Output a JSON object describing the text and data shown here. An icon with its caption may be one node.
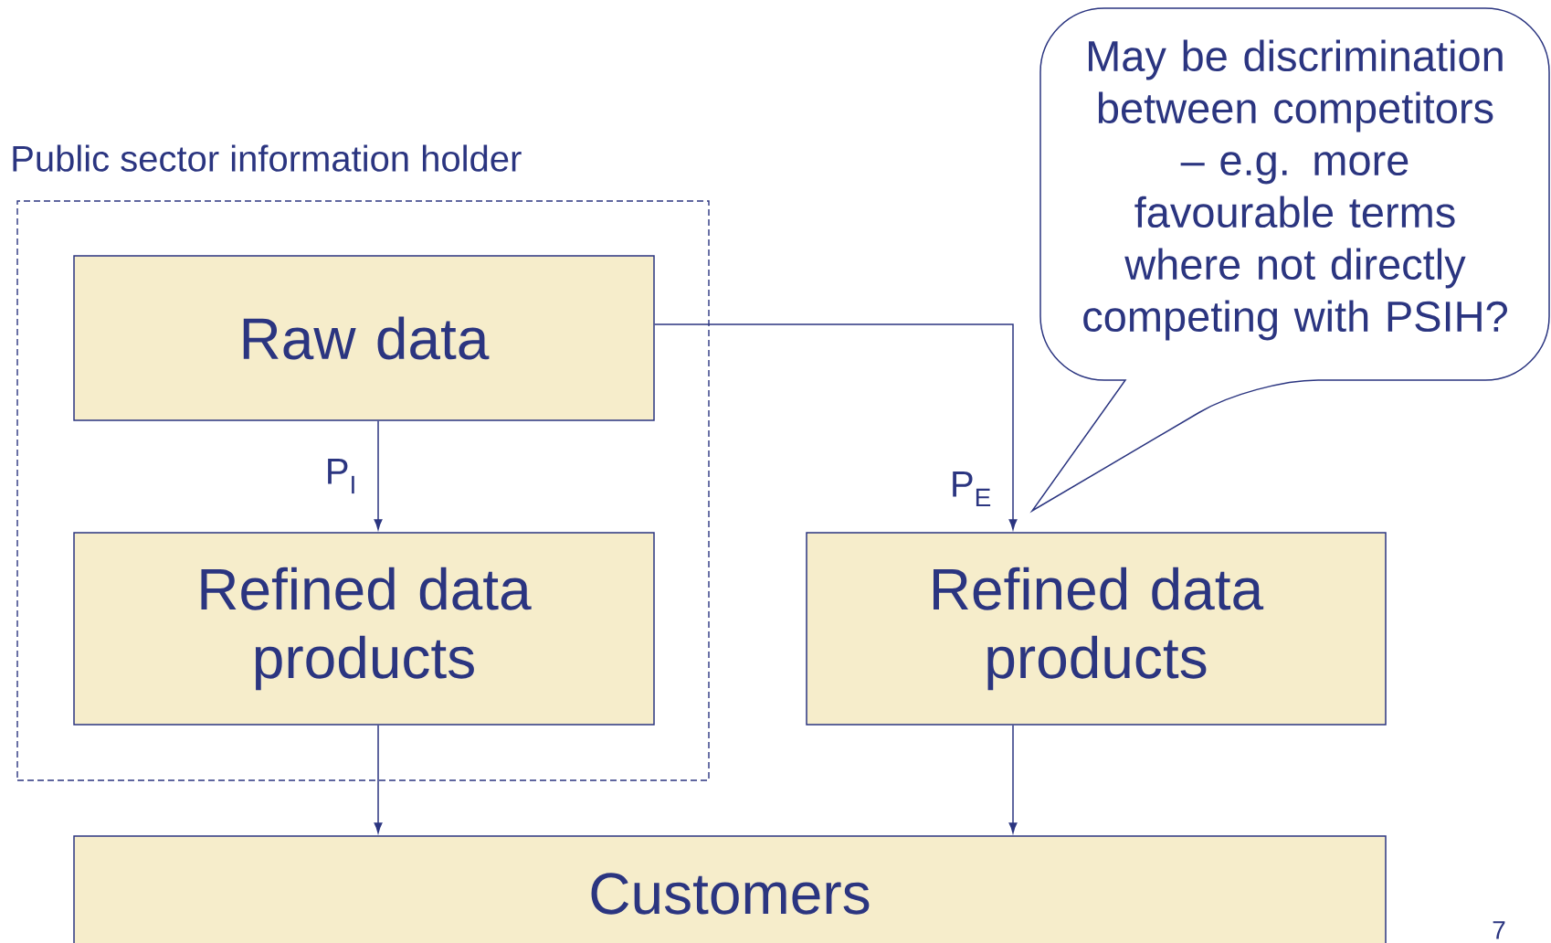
{
  "diagram": {
    "nodes": [
      {
        "text": [
          "Public sector information holder"
        ]
      },
      {
        "text": [
          "Raw data"
        ],
        "in": 0
      },
      {
        "text": [
          "Refined data products"
        ],
        "in": 0
      },
      {
        "text": [
          "Refined data products"
        ]
      },
      {
        "text": [
          "Customers"
        ]
      },
      {
        "text": [
          "May be discrimination between competitors – e.g. more favourable terms where not directly competing with PSIH?"
        ]
      }
    ],
    "edges": [
      {
        "from": 1,
        "to": 2,
        "arrow": "to",
        "label": "P$_{I}$"
      },
      {
        "from": 1,
        "to": 3,
        "arrow": "to",
        "label": "P$_{E}$"
      },
      {
        "from": 2,
        "to": 4,
        "arrow": "to"
      },
      {
        "from": 3,
        "to": 4,
        "arrow": "to"
      }
    ],
    "labels": [
      "7"
    ]
  }
}
